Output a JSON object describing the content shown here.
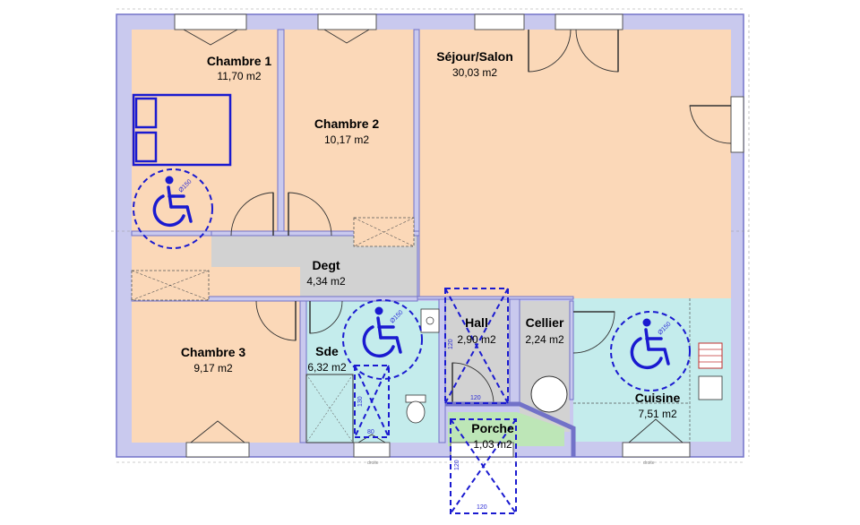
{
  "rooms": {
    "chambre1": {
      "name": "Chambre 1",
      "area": "11,70 m2"
    },
    "chambre2": {
      "name": "Chambre 2",
      "area": "10,17 m2"
    },
    "sejour": {
      "name": "Séjour/Salon",
      "area": "30,03 m2"
    },
    "degt": {
      "name": "Degt",
      "area": "4,34 m2"
    },
    "chambre3": {
      "name": "Chambre 3",
      "area": "9,17 m2"
    },
    "sde": {
      "name": "Sde",
      "area": "6,32 m2"
    },
    "hall": {
      "name": "Hall",
      "area": "2,90 m2"
    },
    "cellier": {
      "name": "Cellier",
      "area": "2,24 m2"
    },
    "cuisine": {
      "name": "Cuisine",
      "area": "7,51 m2"
    },
    "porche": {
      "name": "Porche",
      "area": "1,03 m2"
    }
  },
  "dimensions": {
    "d120": "120",
    "d130": "130",
    "d80": "80",
    "d150": "Ø150"
  },
  "wall_labels": {
    "l1": "droite",
    "l2": "droite"
  },
  "colors": {
    "wall": "#c9c9ee",
    "wall_stroke": "#7272c8",
    "room_fill": "#fbd8b8",
    "wet_fill": "#c4ecec",
    "hall_fill": "#d2d2d2",
    "porch_fill": "#bde6b7",
    "accessibility": "#1a1ad0"
  }
}
